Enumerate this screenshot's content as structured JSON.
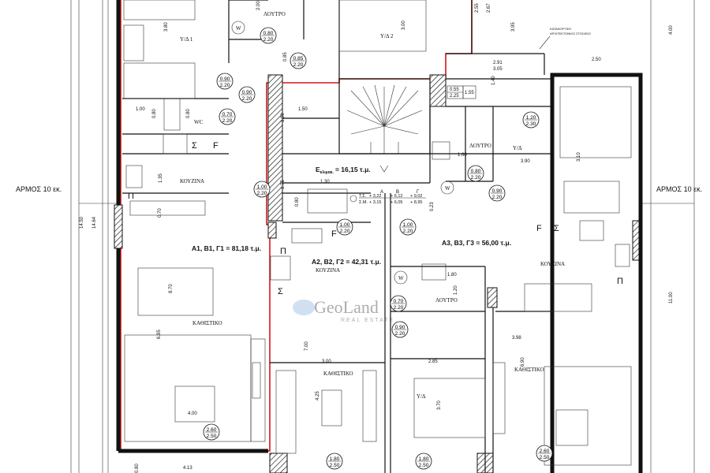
{
  "joints": [
    "ΑΡΜΟΣ 10 εκ.",
    "ΑΡΜΟΣ 10 εκ."
  ],
  "areas": {
    "unit1": "Α1, Β1, Γ1 = 81,18 τ.μ.",
    "unit2": "Α2, Β2, Γ2 = 42,31 τ.μ.",
    "unit3": "Α3, Β3, Γ3 = 56,00 τ.μ.",
    "stair_prefix": "Ε",
    "stair_sub": "κλιμακ.",
    "stair_value": "= 16,15 τ.μ."
  },
  "rooms": {
    "bedroom1": "Υ/Δ 1",
    "bedroom2": "Υ/Δ 2",
    "bath1": "ΛΟΥΤΡΟ",
    "bath2": "ΛΟΥΤΡΟ",
    "bath3": "ΛΟΥΤΡΟ",
    "wc": "WC",
    "kitchen1": "ΚΟΥΖΙΝΑ",
    "kitchen2": "ΚΟΥΖΙΝΑ",
    "kitchen3": "ΚΟΥΖΙΝΑ",
    "living1": "ΚΑΘΙΣΤΙΚΟ",
    "living2": "ΚΑΘΙΣΤΙΚΟ",
    "living3": "ΚΑΘΙΣΤΙΚΟ",
    "bedroom3": "Υ/Δ",
    "bedroom4": "Υ/Δ"
  },
  "annotation": [
    "ΚΑΤΑΚΟΡΥΦΟ",
    "ΑΡΧΙΤΕΚΤΟΝΙΚΟ ΣΤΟΙΧΕΙΟ"
  ],
  "symbols": {
    "fridge": "F",
    "sigma": "Σ",
    "pi": "Π",
    "washer": "W"
  },
  "elevations": {
    "headers": [
      "Α",
      "Β",
      "Γ"
    ],
    "rows": [
      {
        "label": "Τ.Σ.",
        "values": [
          "+ 3,22",
          "+ 6,12",
          "+ 9,02"
        ]
      },
      {
        "label": "Σ.Μ.",
        "values": [
          "+ 3,15",
          "+ 6,05",
          "+ 8,95"
        ]
      }
    ]
  },
  "doors": [
    [
      "0.80",
      "2.20"
    ],
    [
      "0.85",
      "2.20"
    ],
    [
      "0.90",
      "2.20"
    ],
    [
      "0.90",
      "2.20"
    ],
    [
      "0.70",
      "2.20"
    ],
    [
      "1.00",
      "2.20"
    ],
    [
      "1.00",
      "2.20"
    ],
    [
      "1.00",
      "2.20"
    ],
    [
      "0.80",
      "2.20"
    ],
    [
      "0.90",
      "2.20"
    ],
    [
      "1.20",
      "2.30"
    ],
    [
      "0.70",
      "2.20"
    ],
    [
      "0.90",
      "2.20"
    ],
    [
      "2.60",
      "2.50"
    ],
    [
      "1.80",
      "2.50"
    ],
    [
      "1.80",
      "2.50"
    ],
    [
      "2.60",
      "2.50"
    ]
  ],
  "window_small": [
    "0.55",
    "2.25",
    "1.55"
  ],
  "dimensions": {
    "d380": "3.80",
    "d200": "2.00",
    "d085": "0.85",
    "d300": "3.00",
    "d255": "2.55",
    "d267": "2.67",
    "d395": "3.95",
    "d400top": "4.00",
    "d291": "2.91",
    "d305": "3.05",
    "d250": "2.50",
    "d140": "1.40",
    "d100": "1.00",
    "d080a": "0.80",
    "d080b": "0.80",
    "d190": "1.90",
    "d150": "1.50",
    "d135": "1.35",
    "d175": "1.75",
    "d130": "1.30",
    "d080c": "0.80",
    "d070": "0.70",
    "d870": "8.70",
    "d695": "6.95",
    "d400": "4.00",
    "d1450": "14.50",
    "d1464": "14.64",
    "d700": "7.00",
    "d300b": "3.00",
    "d425": "4.25",
    "d285": "2.85",
    "d370": "3.70",
    "d180": "1.80",
    "d398": "3.98",
    "d690": "6.90",
    "d310": "3.10",
    "d390": "3.90",
    "d160": "1.60",
    "d120": "1.20",
    "d1100": "11.00",
    "d413": "4.13",
    "d080d": "0.80",
    "d023": "0.23"
  },
  "watermark": {
    "brand": "GeoLand",
    "tagline": "REAL ESTATE"
  }
}
